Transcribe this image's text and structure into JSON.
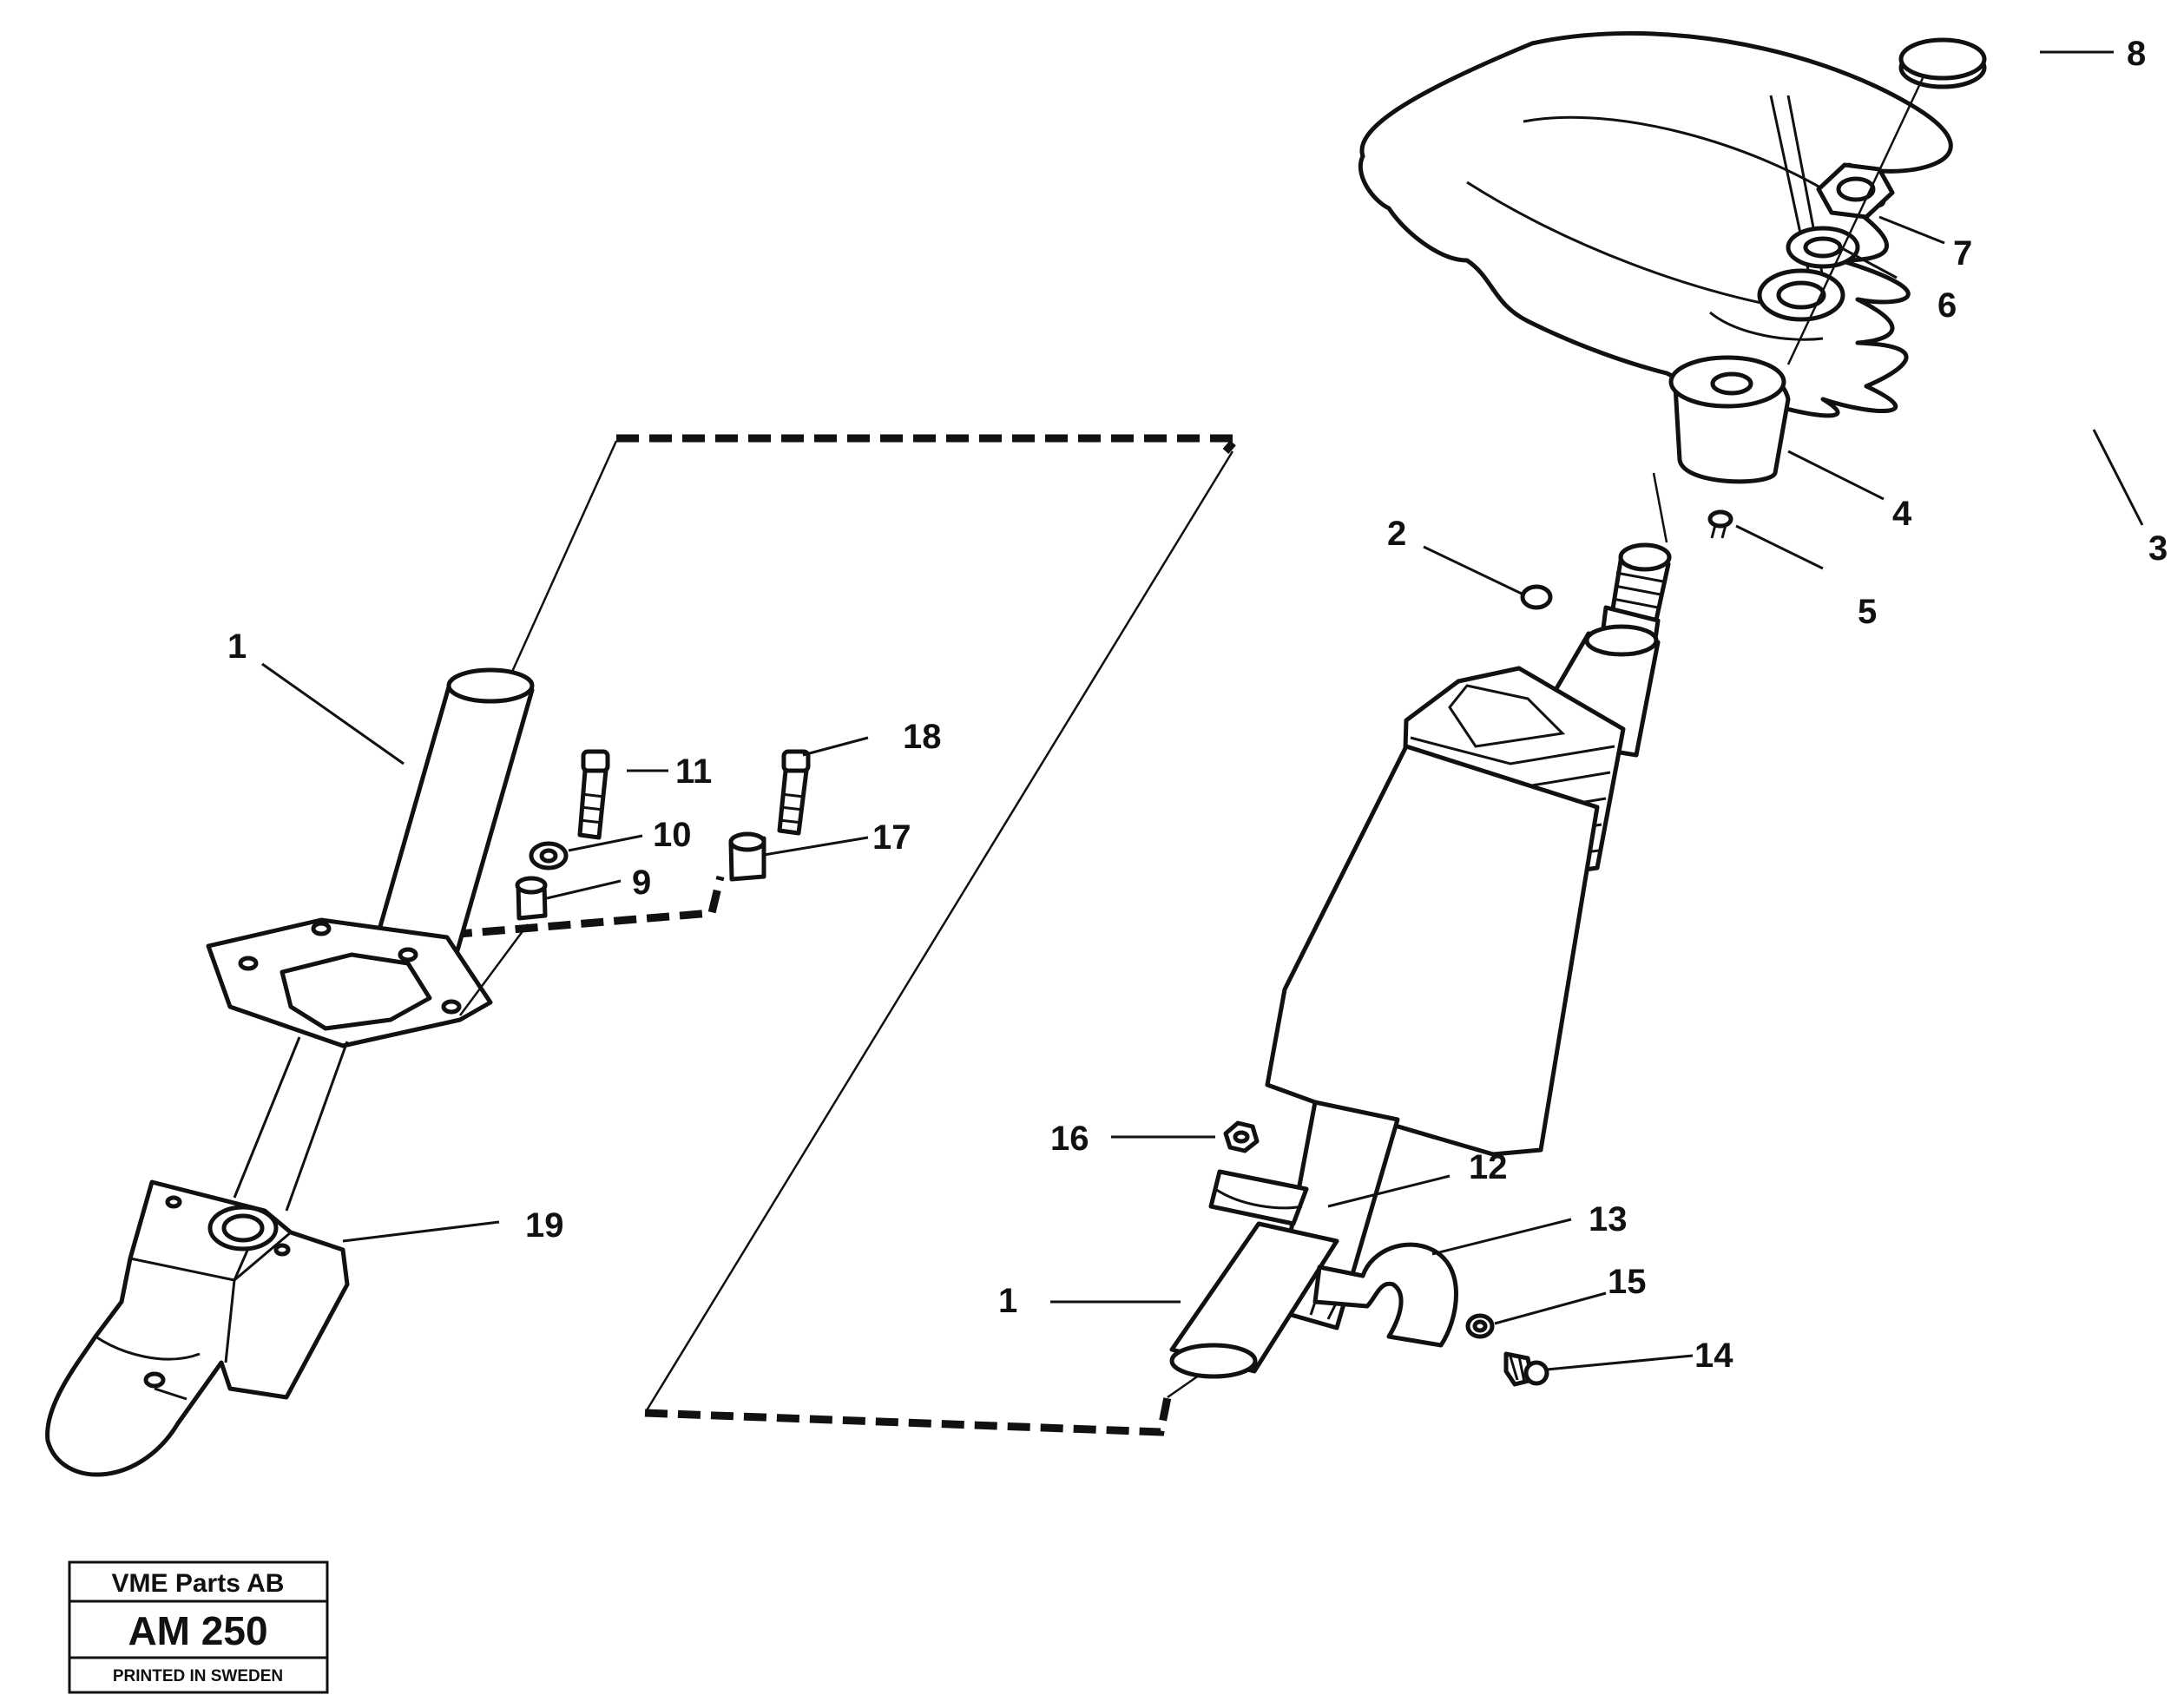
{
  "stamp": {
    "company": "VME Parts AB",
    "code": "AM 250",
    "note": "PRINTED IN SWEDEN"
  },
  "callouts": {
    "c1a": "1",
    "c1b": "1",
    "c2": "2",
    "c3": "3",
    "c4": "4",
    "c5": "5",
    "c6": "6",
    "c7": "7",
    "c8": "8",
    "c9": "9",
    "c10": "10",
    "c11": "11",
    "c12": "12",
    "c13": "13",
    "c14": "14",
    "c15": "15",
    "c16": "16",
    "c17": "17",
    "c18": "18",
    "c19": "19"
  }
}
